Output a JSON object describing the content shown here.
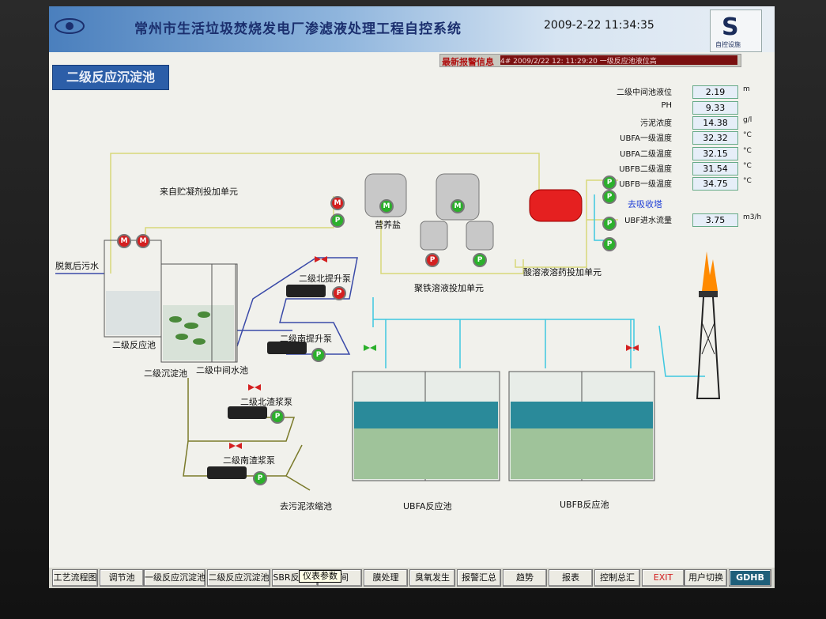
{
  "header": {
    "title": "常州市生活垃圾焚烧发电厂渗滤液处理工程自控系统",
    "datetime": "2009-2-22 11:34:35"
  },
  "alarm": {
    "label": "最新报警信息",
    "message": "4# 2009/2/22 12: 11:29:20 一级反应池液位高"
  },
  "page_title": "二级反应沉淀池",
  "readouts": [
    {
      "name": "二级中间池液位",
      "value": "2.19",
      "unit": "m"
    },
    {
      "name": "PH",
      "value": "9.33",
      "unit": ""
    },
    {
      "name": "污泥浓度",
      "value": "14.38",
      "unit": "g/l"
    },
    {
      "name": "UBFA一级温度",
      "value": "32.32",
      "unit": "°C"
    },
    {
      "name": "UBFA二级温度",
      "value": "32.15",
      "unit": "°C"
    },
    {
      "name": "UBFB二级温度",
      "value": "31.54",
      "unit": "°C"
    },
    {
      "name": "UBFB一级温度",
      "value": "34.75",
      "unit": "°C"
    }
  ],
  "flow": {
    "name": "UBF进水流量",
    "value": "3.75",
    "unit": "m3/h"
  },
  "labels": {
    "coagulant_unit": "来自贮凝剂投加单元",
    "nutrient_salt": "营养盐",
    "ferrous_unit": "聚铁溶液投加单元",
    "acid_unit": "酸溶液溶药投加单元",
    "to_absorber": "去吸收塔",
    "denitrified_water": "脱氮后污水",
    "reaction_tank2": "二级反应池",
    "sediment_tank2": "二级沉淀池",
    "intermediate_tank2": "二级中间水池",
    "north_lift_pump": "二级北提升泵",
    "south_lift_pump": "二级南提升泵",
    "north_slurry_pump": "二级北渣浆泵",
    "south_slurry_pump": "二级南渣浆泵",
    "to_sludge": "去污泥浓缩池",
    "ubfa": "UBFA反应池",
    "ubfb": "UBFB反应池"
  },
  "buttons": [
    {
      "label": "工艺流程图"
    },
    {
      "label": "调节池"
    },
    {
      "label": "一级反应沉淀池"
    },
    {
      "label": "二级反应沉淀池"
    },
    {
      "label": "SBR反应池"
    },
    {
      "label": "中间"
    },
    {
      "label": "膜处理"
    },
    {
      "label": "臭氧发生"
    },
    {
      "label": "报警汇总"
    },
    {
      "label": "趋势"
    },
    {
      "label": "报表"
    },
    {
      "label": "控制总汇"
    },
    {
      "label": "EXIT"
    },
    {
      "label": "用户切换"
    },
    {
      "label": "GDHB"
    }
  ],
  "tooltip": "仪表参数",
  "logo_text": "自控设施",
  "indicator_letters": {
    "motor": "M",
    "pump": "P"
  },
  "colors": {
    "accent": "#2c5ea8",
    "pipe_blue": "#3a4aa8",
    "pipe_cyan": "#3ec8e0",
    "pipe_yellow": "#d8d87a",
    "pipe_olive": "#7a7a2a",
    "alarm_red": "#d21d1d",
    "running_green": "#2bb02b"
  }
}
